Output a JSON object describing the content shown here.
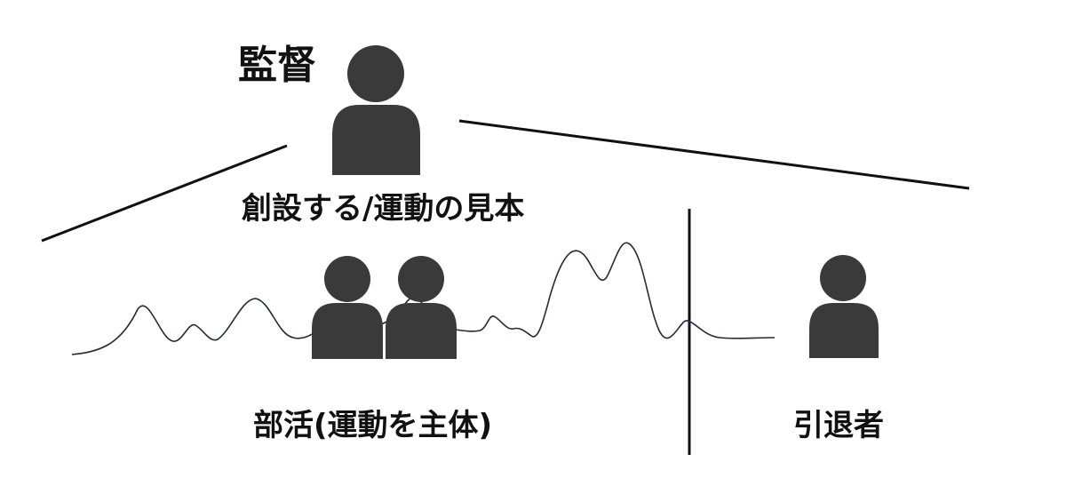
{
  "labels": {
    "supervisor": "監督",
    "founder_role": "創設する/運動の見本",
    "club": "部活(運動を主体)",
    "retired": "引退者"
  },
  "colors": {
    "background": "#ffffff",
    "figure_fill": "#3a3a3a",
    "line": "#111111",
    "wave": "#1f2a3a"
  },
  "icons": {
    "person": "person-icon"
  }
}
